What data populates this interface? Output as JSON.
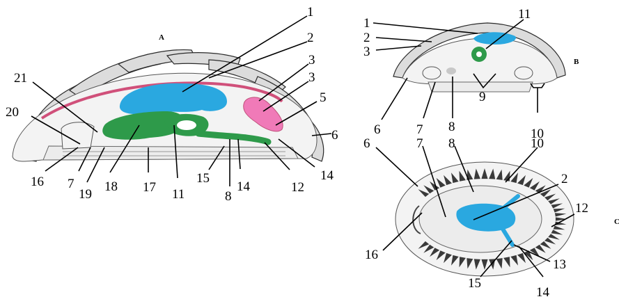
{
  "panels": [
    "A",
    "B",
    "C"
  ],
  "labels": [
    "1",
    "2",
    "3",
    "3",
    "5",
    "6",
    "21",
    "20",
    "16",
    "7",
    "19",
    "18",
    "17",
    "11",
    "8",
    "15",
    "14",
    "12",
    "14",
    "1",
    "2",
    "3",
    "11",
    "9",
    "6",
    "7",
    "8",
    "10",
    "6",
    "7",
    "8",
    "10",
    "2",
    "12",
    "16",
    "13",
    "15",
    "14"
  ],
  "colors": {
    "digestive_gland": "#2aa8e0",
    "gut": "#2e9a4a",
    "gonad": "#f07ab8",
    "pallial_band": "#d0507a",
    "line": "#000000"
  }
}
